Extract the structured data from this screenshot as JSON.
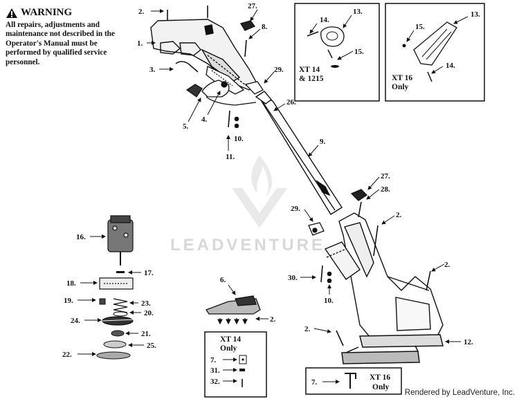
{
  "warning": {
    "title": "WARNING",
    "body": "All repairs, adjustments and maintenance not described in the Operator's Manual must be performed by qualified service personnel."
  },
  "callouts": {
    "c1": "1.",
    "c2a": "2.",
    "c2b": "2.",
    "c2c": "2.",
    "c2d": "2.",
    "c2e": "2.",
    "c3": "3.",
    "c4": "4.",
    "c5": "5.",
    "c6": "6.",
    "c7a": "7.",
    "c7b": "7.",
    "c8": "8.",
    "c9": "9.",
    "c10a": "10.",
    "c10b": "10.",
    "c11": "11.",
    "c12": "12.",
    "c13a": "13.",
    "c13b": "13.",
    "c14a": "14.",
    "c14b": "14.",
    "c15a": "15.",
    "c15b": "15.",
    "c16": "16.",
    "c17": "17.",
    "c18": "18.",
    "c19": "19.",
    "c20": "20.",
    "c21": "21.",
    "c22": "22.",
    "c23": "23.",
    "c24": "24.",
    "c25": "25.",
    "c26": "26.",
    "c27a": "27.",
    "c27b": "27.",
    "c28": "28.",
    "c29a": "29.",
    "c29b": "29.",
    "c30": "30.",
    "c31": "31.",
    "c32": "32."
  },
  "boxes": {
    "xt14_1215_line1": "XT 14",
    "xt14_1215_line2": "& 1215",
    "xt16_top_line1": "XT 16",
    "xt16_top_line2": "Only",
    "xt14_only_line1": "XT 14",
    "xt14_only_line2": "Only",
    "xt16_bottom_line1": "XT 16",
    "xt16_bottom_line2": "Only"
  },
  "watermark": "LEADVENTURE",
  "footer": "Rendered by LeadVenture, Inc."
}
